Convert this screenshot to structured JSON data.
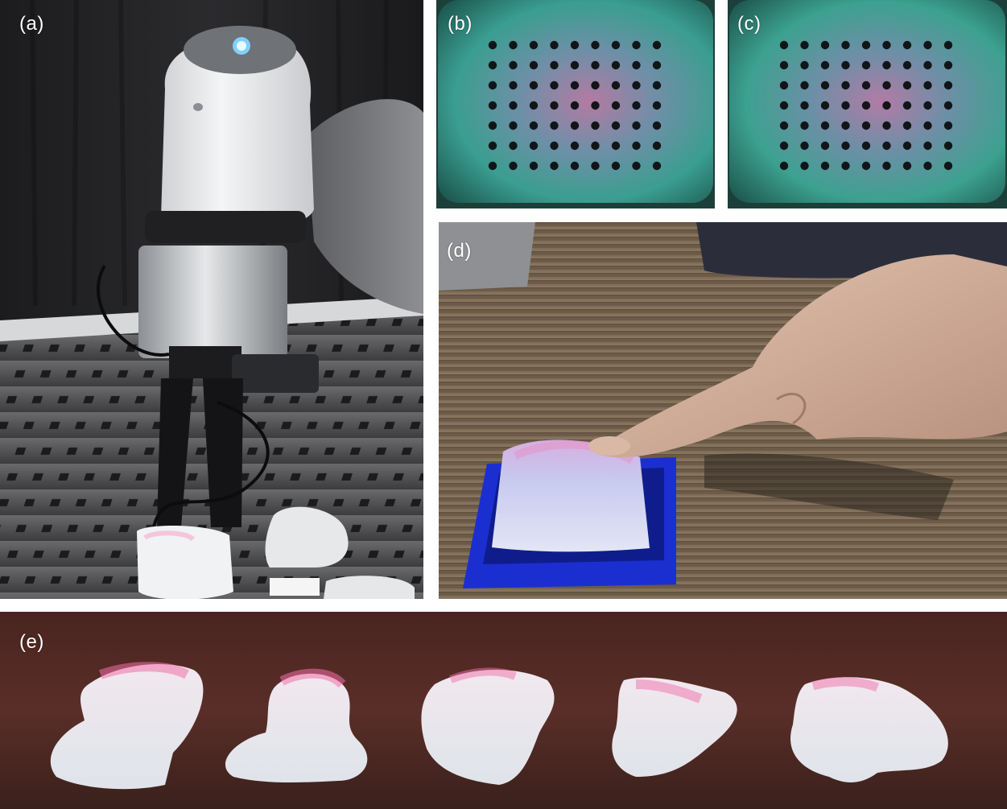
{
  "figure": {
    "panels": [
      {
        "id": "a",
        "label": "(a)",
        "content": "robot-arm-gripper-with-sensor"
      },
      {
        "id": "b",
        "label": "(b)",
        "content": "tactile-marker-image"
      },
      {
        "id": "c",
        "label": "(c)",
        "content": "tactile-marker-image"
      },
      {
        "id": "d",
        "label": "(d)",
        "content": "finger-pressing-sensor"
      },
      {
        "id": "e",
        "label": "(e)",
        "content": "sensor-shapes-row"
      }
    ],
    "colors": {
      "sensor_gel": "#e9eef2",
      "sensor_tint": "#f29ac6",
      "fixture_blue": "#1b2fd0",
      "tactile_green": "#3aa88f",
      "background_dark": "#2a2a2c"
    },
    "marker_grid": {
      "rows": 7,
      "cols": 9
    }
  }
}
